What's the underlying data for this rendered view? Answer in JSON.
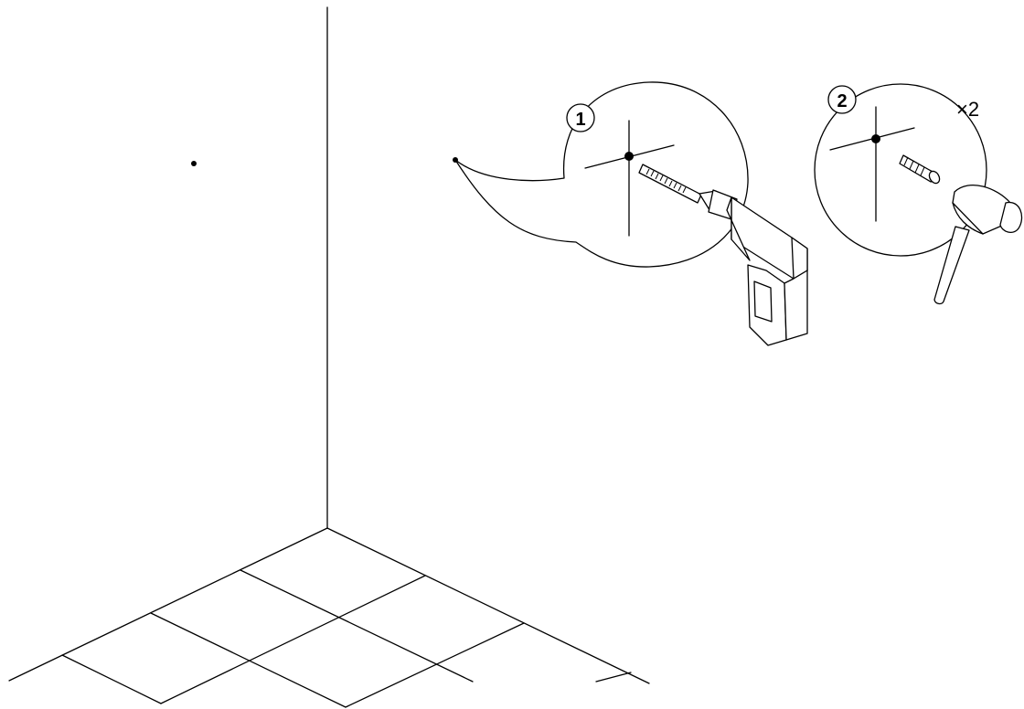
{
  "steps": [
    {
      "number": "1",
      "tool": "drill-icon"
    },
    {
      "number": "2",
      "tool": "hammer-icon",
      "part": "wall-plug-icon",
      "quantity": "×2"
    }
  ]
}
